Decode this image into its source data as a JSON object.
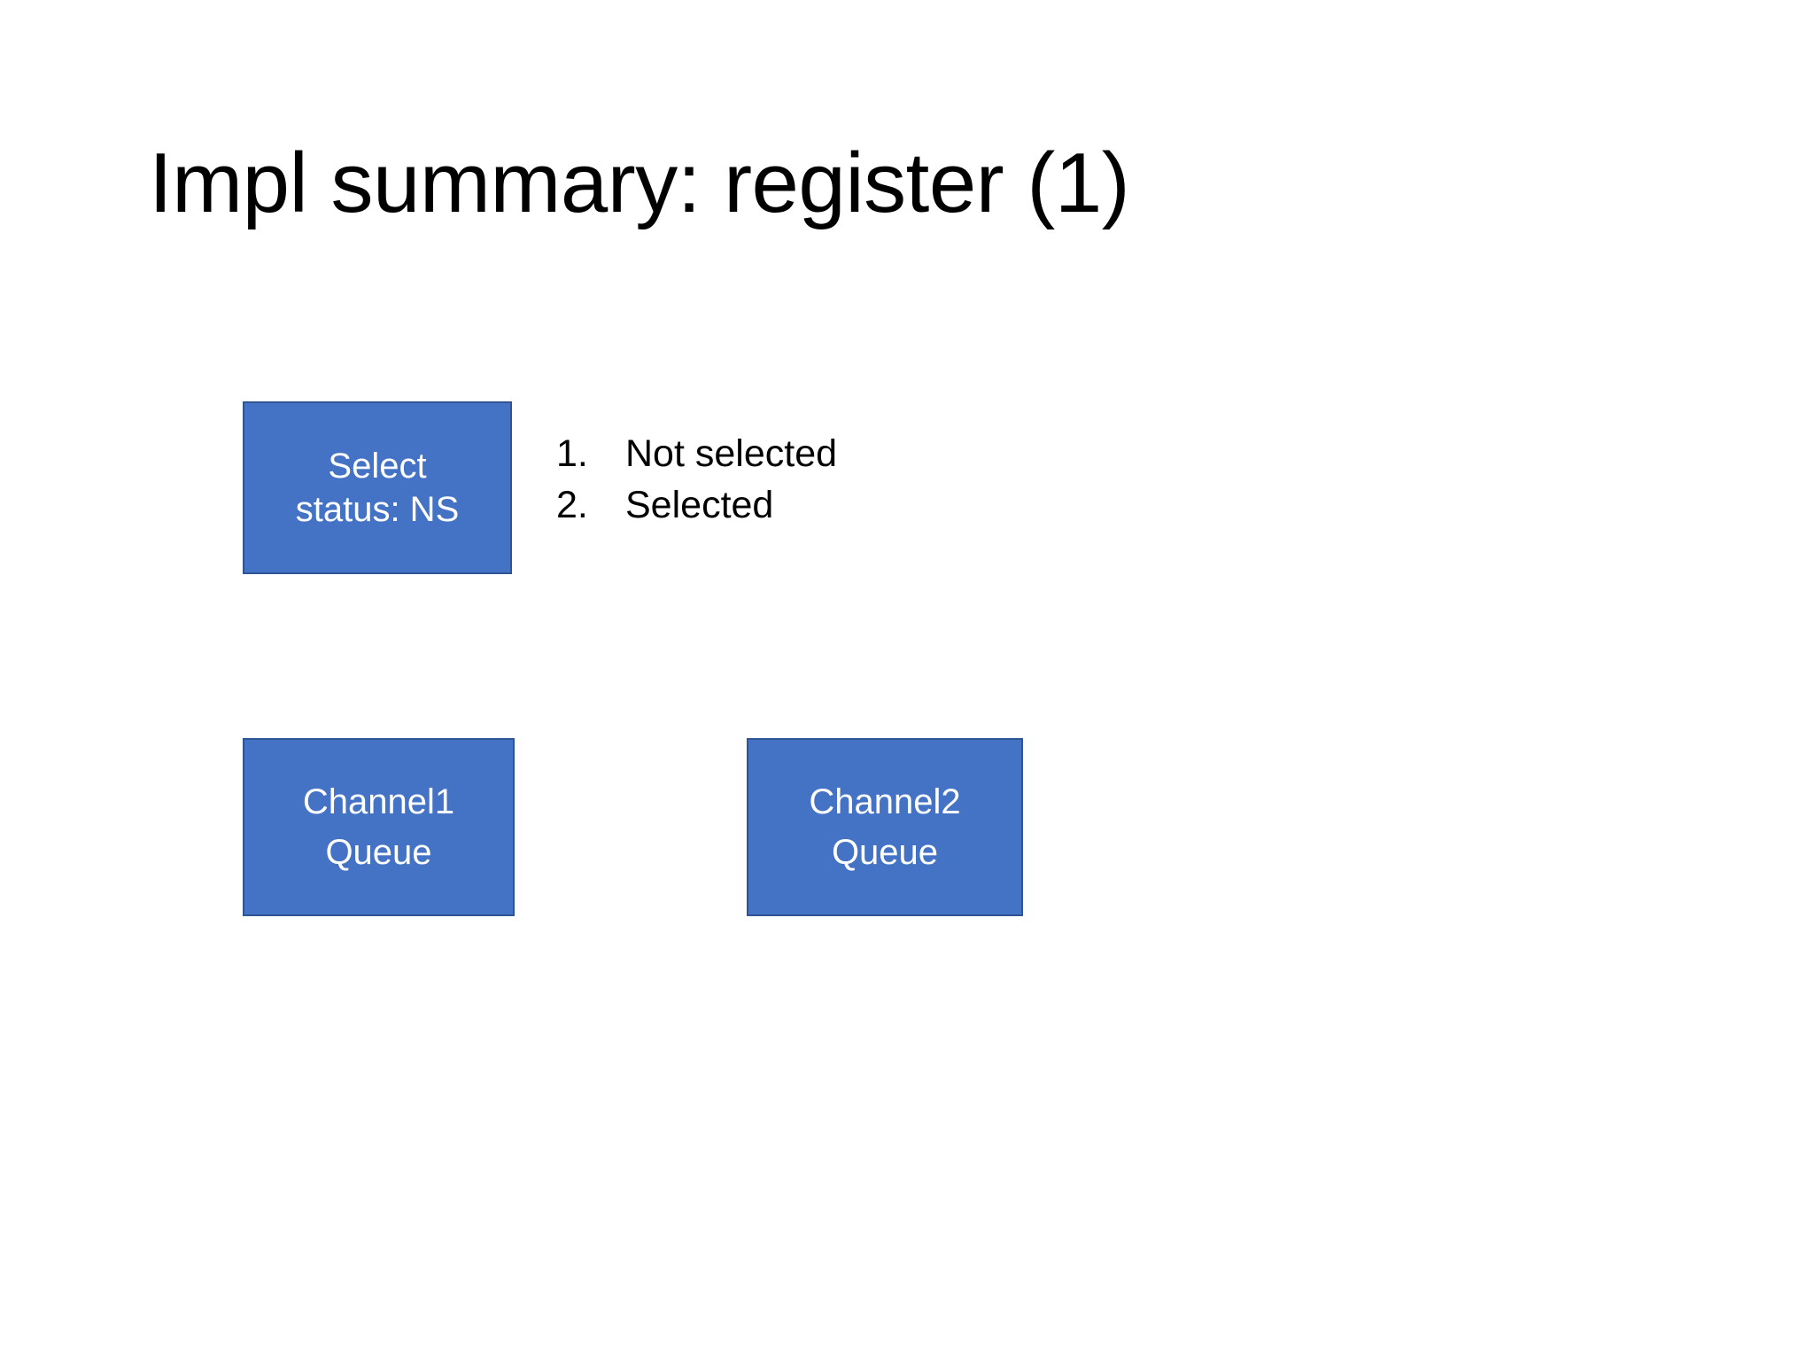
{
  "slide": {
    "title": "Impl summary: register (1)",
    "background_color": "#FFFFFF",
    "text_color": "#000000"
  },
  "theme": {
    "box_fill": "#4472C4",
    "box_border": "#2F5597",
    "box_text": "#FFFFFF"
  },
  "boxes": [
    {
      "name": "select-status",
      "line1": "Select",
      "line2": "status: NS"
    },
    {
      "name": "channel1-queue",
      "line1": "Channel1",
      "line2": "Queue"
    },
    {
      "name": "channel2-queue",
      "line1": "Channel2",
      "line2": "Queue"
    }
  ],
  "status_list": {
    "items": [
      {
        "marker": "1.",
        "text": "Not selected"
      },
      {
        "marker": "2.",
        "text": "Selected"
      }
    ]
  }
}
